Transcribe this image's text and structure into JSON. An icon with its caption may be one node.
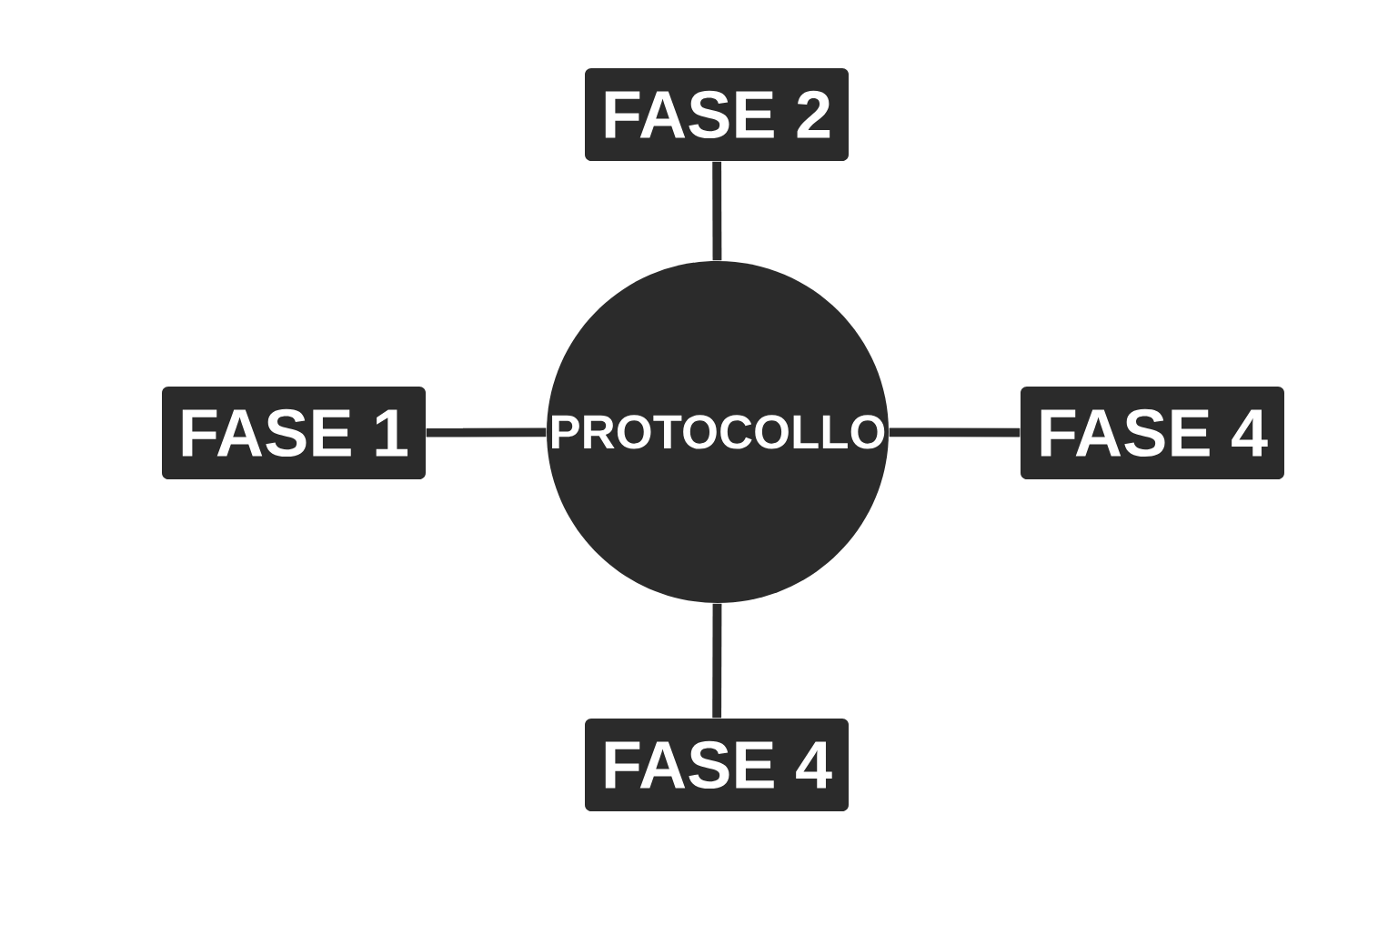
{
  "diagram": {
    "nodes": [
      {
        "text": [
          "FASE 2"
        ]
      },
      {
        "text": [
          "FASE 1"
        ]
      },
      {
        "text": [
          "PROTOCOLLO"
        ]
      },
      {
        "text": [
          "FASE 4"
        ]
      },
      {
        "text": [
          "FASE 4"
        ]
      }
    ],
    "edges": [
      {
        "from": 2,
        "to": 0,
        "arrow": "none"
      },
      {
        "from": 2,
        "to": 1,
        "arrow": "none"
      },
      {
        "from": 2,
        "to": 3,
        "arrow": "none"
      },
      {
        "from": 2,
        "to": 4,
        "arrow": "none"
      }
    ]
  }
}
